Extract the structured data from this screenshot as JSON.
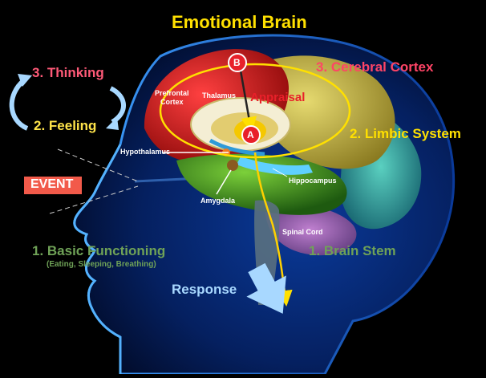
{
  "title": "Emotional Brain",
  "labels": {
    "thinking": "3. Thinking",
    "feeling": "2. Feeling",
    "event": "EVENT",
    "basic_functioning": "1. Basic Functioning",
    "basic_functioning_sub": "(Eating, Sleeping, Breathing)",
    "response": "Response",
    "cerebral_cortex": "3. Cerebral Cortex",
    "limbic_system": "2. Limbic System",
    "brain_stem": "1. Brain Stem",
    "appraisal": "Appraisal",
    "marker_a": "A",
    "marker_b": "B"
  },
  "anatomy": {
    "prefrontal_1": "Prefrontal",
    "prefrontal_2": "Cortex",
    "thalamus": "Thalamus",
    "hypothalamus": "Hypothalamus",
    "hippocampus": "Hippocampus",
    "amygdala": "Amygdala",
    "spinal_cord": "Spinal Cord"
  },
  "colors": {
    "title": "#ffe000",
    "thinking": "#ff5a78",
    "feeling": "#ffe44a",
    "cortex": "#ff4466",
    "limbic": "#ffe000",
    "stem": "#6fa257",
    "basic": "#6fa257",
    "response": "#a8d8ff",
    "event_bg": "#f25a4a",
    "marker": "#e8202a",
    "head_glow": "#1e6fff",
    "brain_red": "#d81e25",
    "brain_green": "#3c9a2c",
    "brain_yellow": "#d6c23a",
    "brain_teal": "#2aa8a0"
  }
}
